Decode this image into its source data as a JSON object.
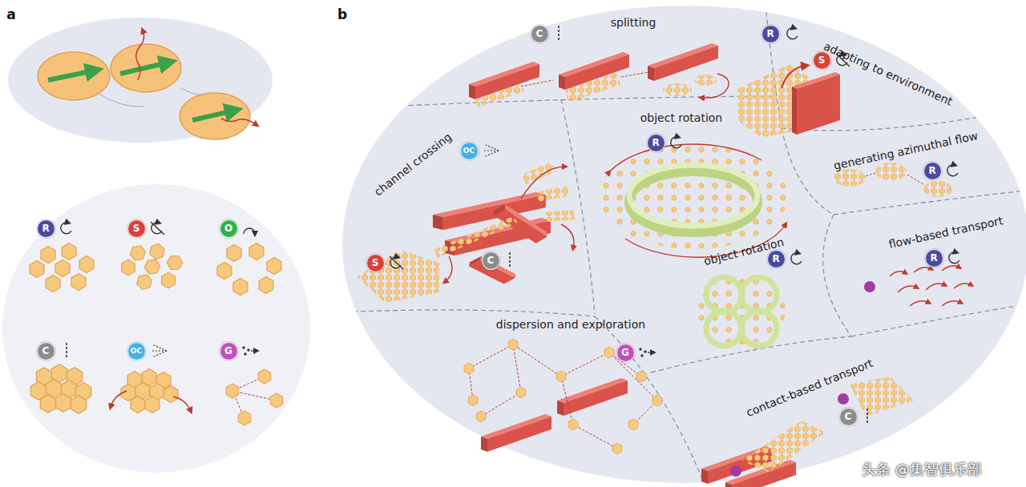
{
  "diagram": {
    "nodes": [
      {
        "text": [
          "R"
        ]
      },
      {
        "text": [
          "S"
        ]
      },
      {
        "text": [
          "O"
        ]
      },
      {
        "text": [
          "C"
        ]
      },
      {
        "text": [
          "OC"
        ]
      },
      {
        "text": [
          "G"
        ]
      },
      {
        "text": [
          "C"
        ]
      },
      {
        "text": [
          "R"
        ]
      },
      {
        "text": [
          "S"
        ]
      },
      {
        "text": [
          "OC"
        ]
      },
      {
        "text": [
          "S"
        ]
      },
      {
        "text": [
          "C"
        ]
      },
      {
        "text": [
          "R"
        ]
      },
      {
        "text": [
          "R"
        ]
      },
      {
        "text": [
          "R"
        ]
      },
      {
        "text": [
          "R"
        ]
      },
      {
        "text": [
          "G"
        ]
      },
      {
        "text": [
          "C"
        ]
      }
    ],
    "labels": [
      "a",
      "b",
      "splitting",
      "adapting to environment",
      "channel crossing",
      "object  rotation",
      "generating azimuthal flow",
      "object  rotation",
      "flow-based transport",
      "dispersion and exploration",
      "contact-based transport",
      "头条 @集智俱乐部"
    ]
  }
}
